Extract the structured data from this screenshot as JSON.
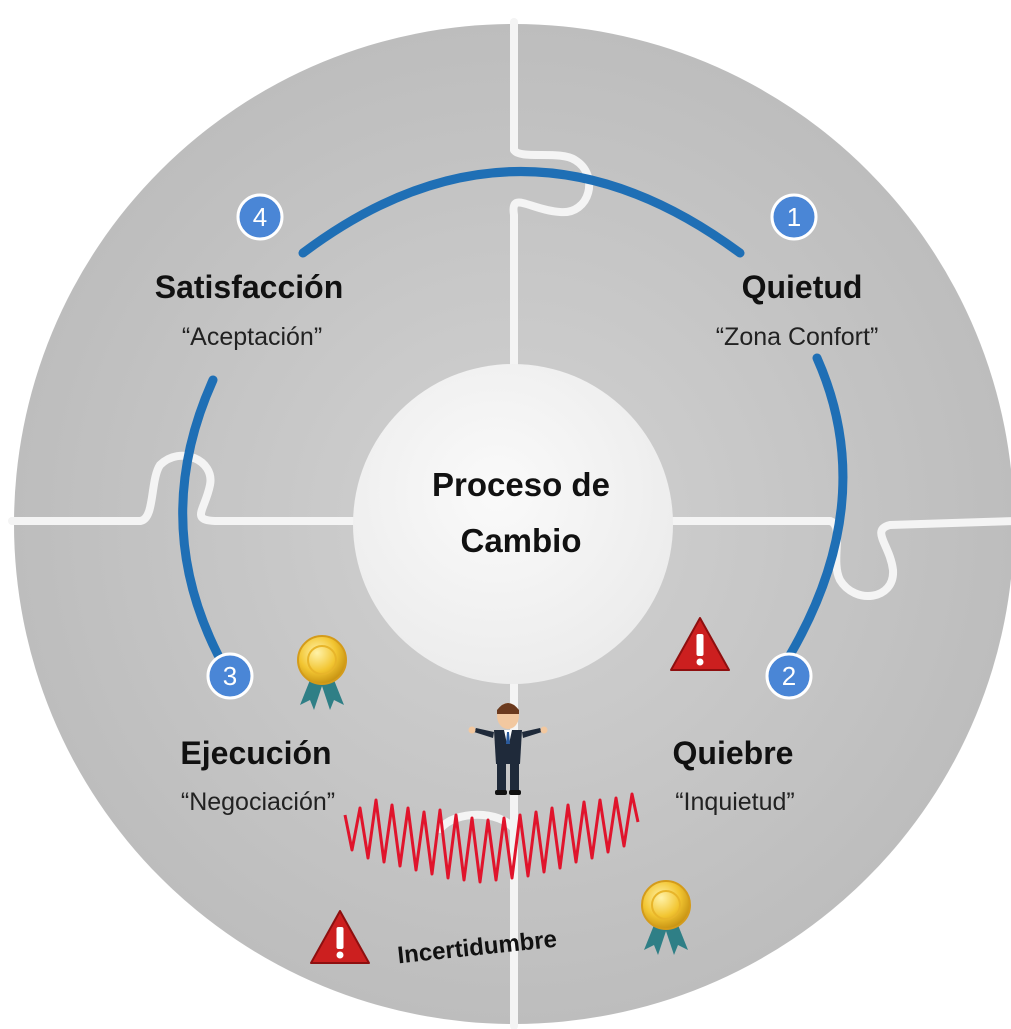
{
  "center": {
    "line1": "Proceso de",
    "line2": "Cambio"
  },
  "stages": [
    {
      "number": "1",
      "title": "Quietud",
      "subtitle": "“Zona Confort”"
    },
    {
      "number": "2",
      "title": "Quiebre",
      "subtitle": "“Inquietud”"
    },
    {
      "number": "3",
      "title": "Ejecución",
      "subtitle": "“Negociación”"
    },
    {
      "number": "4",
      "title": "Satisfacción",
      "subtitle": "“Aceptación”"
    }
  ],
  "uncertainty_label": "Incertidumbre",
  "icons": {
    "warning": "warning-triangle-icon",
    "medal": "medal-icon",
    "person": "businessman-icon"
  },
  "colors": {
    "puzzle_fill": "#c8c8c8",
    "puzzle_seam": "#f2f2f2",
    "center_fill": "#f4f4f4",
    "cycle_arc": "#1f6fb5",
    "badge": "#4a86d6",
    "wave": "#e0142c",
    "warning": "#cc1f1f",
    "medal_gold": "#f2c531",
    "medal_ribbon": "#2f7f86"
  }
}
